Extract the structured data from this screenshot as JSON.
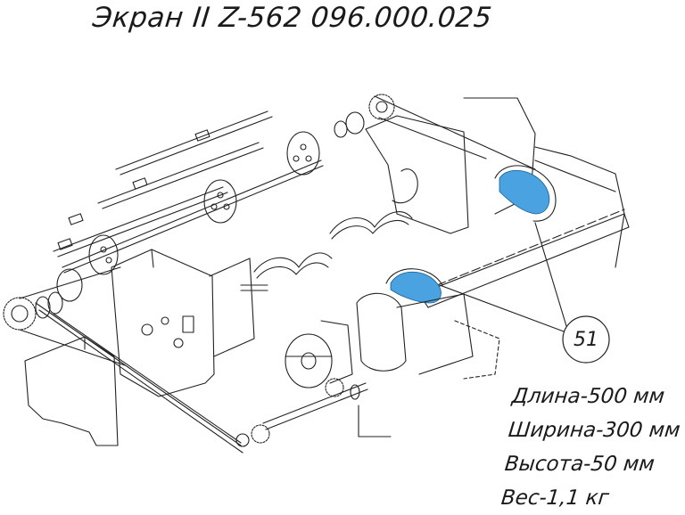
{
  "title": "Экран II Z-562 096.000.025",
  "callout": {
    "label": "51"
  },
  "specs": [
    "Длина-500 мм",
    "Ширина-300 мм",
    "Высота-50 мм",
    "Вес-1,1 кг"
  ],
  "colors": {
    "highlight": "#4aa3e0",
    "line": "#222222"
  }
}
